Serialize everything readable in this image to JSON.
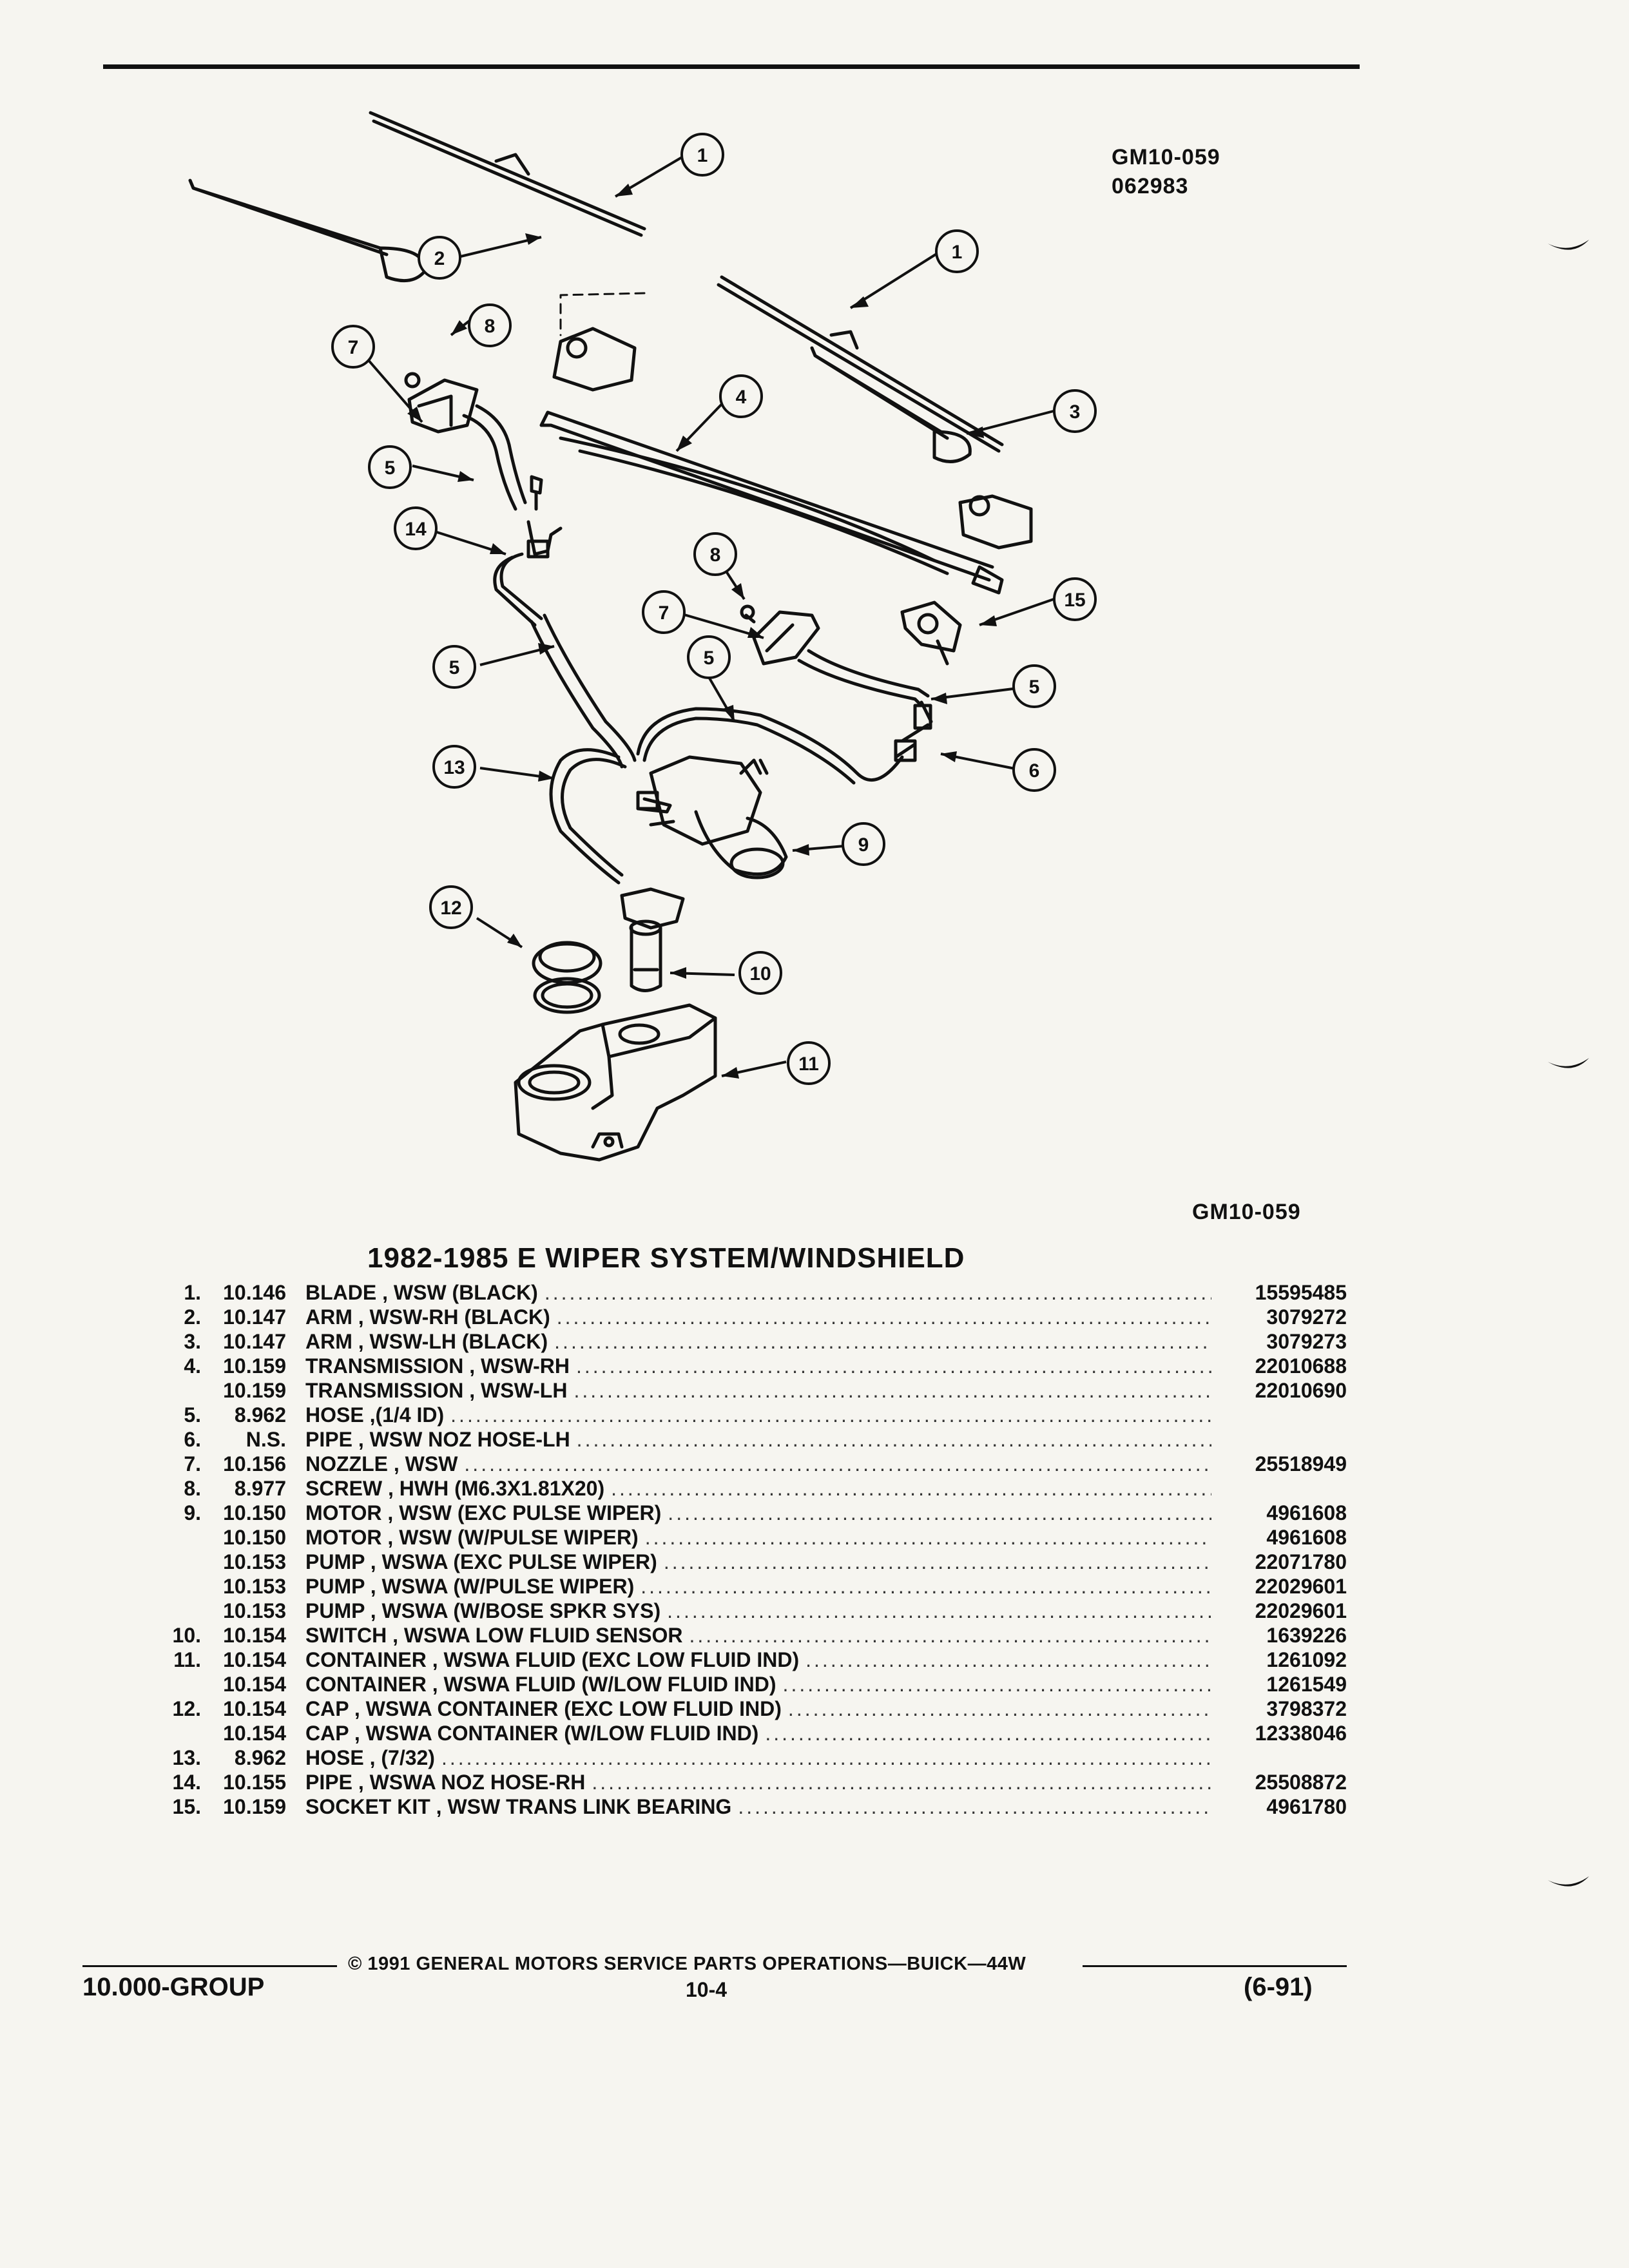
{
  "figure": {
    "id_top": "GM10-059",
    "date_code": "062983",
    "id_bottom": "GM10-059"
  },
  "callouts": [
    "1",
    "2",
    "1",
    "3",
    "8",
    "7",
    "4",
    "5",
    "14",
    "8",
    "7",
    "15",
    "5",
    "5",
    "5",
    "13",
    "6",
    "9",
    "12",
    "10",
    "11"
  ],
  "title": "1982-1985 E WIPER SYSTEM/WINDSHIELD",
  "parts": [
    {
      "item": "1.",
      "group": "10.146",
      "name": "BLADE , WSW (BLACK)",
      "part": "15595485"
    },
    {
      "item": "2.",
      "group": "10.147",
      "name": "ARM , WSW-RH (BLACK)",
      "part": "3079272"
    },
    {
      "item": "3.",
      "group": "10.147",
      "name": "ARM , WSW-LH (BLACK)",
      "part": "3079273"
    },
    {
      "item": "4.",
      "group": "10.159",
      "name": "TRANSMISSION , WSW-RH",
      "part": "22010688"
    },
    {
      "item": "",
      "group": "10.159",
      "name": "TRANSMISSION , WSW-LH",
      "part": "22010690"
    },
    {
      "item": "5.",
      "group": "8.962",
      "name": "HOSE ,(1/4 ID)",
      "part": ""
    },
    {
      "item": "6.",
      "group": "N.S.",
      "name": "PIPE , WSW NOZ HOSE-LH",
      "part": ""
    },
    {
      "item": "7.",
      "group": "10.156",
      "name": "NOZZLE , WSW",
      "part": "25518949"
    },
    {
      "item": "8.",
      "group": "8.977",
      "name": "SCREW , HWH (M6.3X1.81X20)",
      "part": ""
    },
    {
      "item": "9.",
      "group": "10.150",
      "name": "MOTOR , WSW (EXC PULSE WIPER)",
      "part": "4961608"
    },
    {
      "item": "",
      "group": "10.150",
      "name": "MOTOR , WSW (W/PULSE WIPER)",
      "part": "4961608"
    },
    {
      "item": "",
      "group": "10.153",
      "name": "PUMP , WSWA (EXC PULSE WIPER)",
      "part": "22071780"
    },
    {
      "item": "",
      "group": "10.153",
      "name": "PUMP , WSWA (W/PULSE WIPER)",
      "part": "22029601"
    },
    {
      "item": "",
      "group": "10.153",
      "name": "PUMP , WSWA (W/BOSE SPKR SYS)",
      "part": "22029601"
    },
    {
      "item": "10.",
      "group": "10.154",
      "name": "SWITCH , WSWA LOW FLUID SENSOR",
      "part": "1639226"
    },
    {
      "item": "11.",
      "group": "10.154",
      "name": "CONTAINER , WSWA FLUID (EXC LOW FLUID IND)",
      "part": "1261092"
    },
    {
      "item": "",
      "group": "10.154",
      "name": "CONTAINER , WSWA FLUID (W/LOW FLUID IND)",
      "part": "1261549"
    },
    {
      "item": "12.",
      "group": "10.154",
      "name": "CAP , WSWA CONTAINER (EXC LOW FLUID IND)",
      "part": "3798372"
    },
    {
      "item": "",
      "group": "10.154",
      "name": "CAP , WSWA CONTAINER (W/LOW FLUID IND)",
      "part": "12338046"
    },
    {
      "item": "13.",
      "group": "8.962",
      "name": "HOSE , (7/32)",
      "part": ""
    },
    {
      "item": "14.",
      "group": "10.155",
      "name": "PIPE , WSWA NOZ HOSE-RH",
      "part": "25508872"
    },
    {
      "item": "15.",
      "group": "10.159",
      "name": "SOCKET KIT , WSW TRANS LINK BEARING",
      "part": "4961780"
    }
  ],
  "footer": {
    "copyright": "© 1991 GENERAL MOTORS SERVICE PARTS OPERATIONS—BUICK—44W",
    "group": "10.000-GROUP",
    "page": "10-4",
    "date": "(6-91)"
  }
}
